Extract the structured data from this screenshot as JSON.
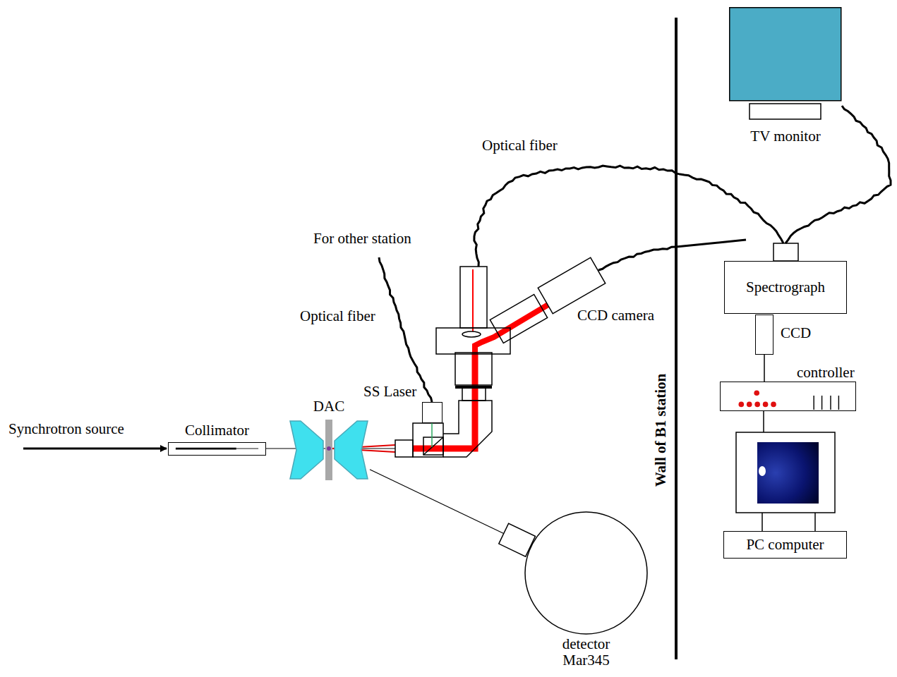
{
  "diagram": {
    "nodes": [
      {
        "text": [
          "Collimator"
        ]
      },
      {
        "text": [
          "DAC"
        ]
      },
      {
        "text": [
          "SS Laser"
        ]
      },
      {
        "text": [
          "CCD camera"
        ]
      },
      {
        "text": [
          "detector Mar345"
        ]
      },
      {
        "text": [
          "TV monitor"
        ]
      },
      {
        "text": [
          "Spectrograph"
        ]
      },
      {
        "text": [
          "CCD"
        ]
      },
      {
        "text": [
          "controller"
        ]
      },
      {
        "text": [
          "PC computer"
        ]
      }
    ],
    "edges": [
      {
        "from": 1,
        "to": 4,
        "arrow": "none"
      },
      {
        "from": 5,
        "to": 6,
        "arrow": "none"
      },
      {
        "from": 7,
        "to": 8,
        "arrow": "none"
      }
    ],
    "labels": [
      "Synchrotron source",
      "For other station",
      "Optical fiber",
      "Optical fiber",
      "Wall of B1 station"
    ]
  }
}
